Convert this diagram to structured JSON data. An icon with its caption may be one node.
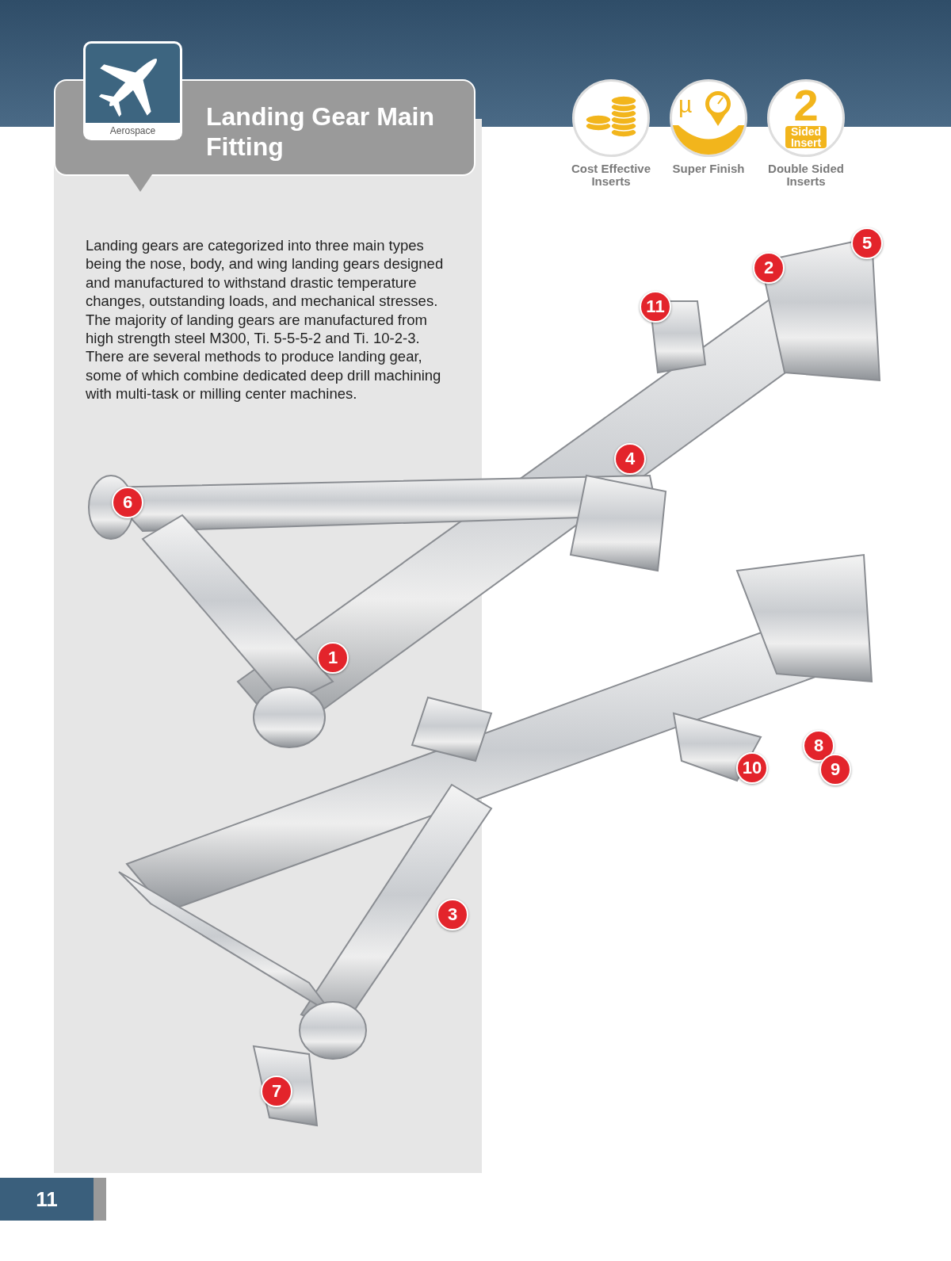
{
  "diagram": {
    "title": "Landing Gear Main Fitting",
    "labels": [
      "Aerospace",
      "µ",
      "2",
      "Sided Insert",
      "Cost Effective Inserts",
      "Super Finish",
      "Double Sided Inserts",
      "Landing gears are categorized into three main types being the nose, body, and wing landing gears designed and manufactured to withstand drastic temperature changes, outstanding loads, and mechanical stresses. The majority of landing gears are manufactured from high strength steel M300, Ti. 5-5-5-2 and Ti. 10-2-3. There are several methods to produce landing gear, some of which combine dedicated deep drill machining with multi-task or milling center machines.",
      "5",
      "2",
      "11",
      "4",
      "6",
      "1",
      "8",
      "10",
      "9",
      "3",
      "7",
      "11"
    ]
  }
}
